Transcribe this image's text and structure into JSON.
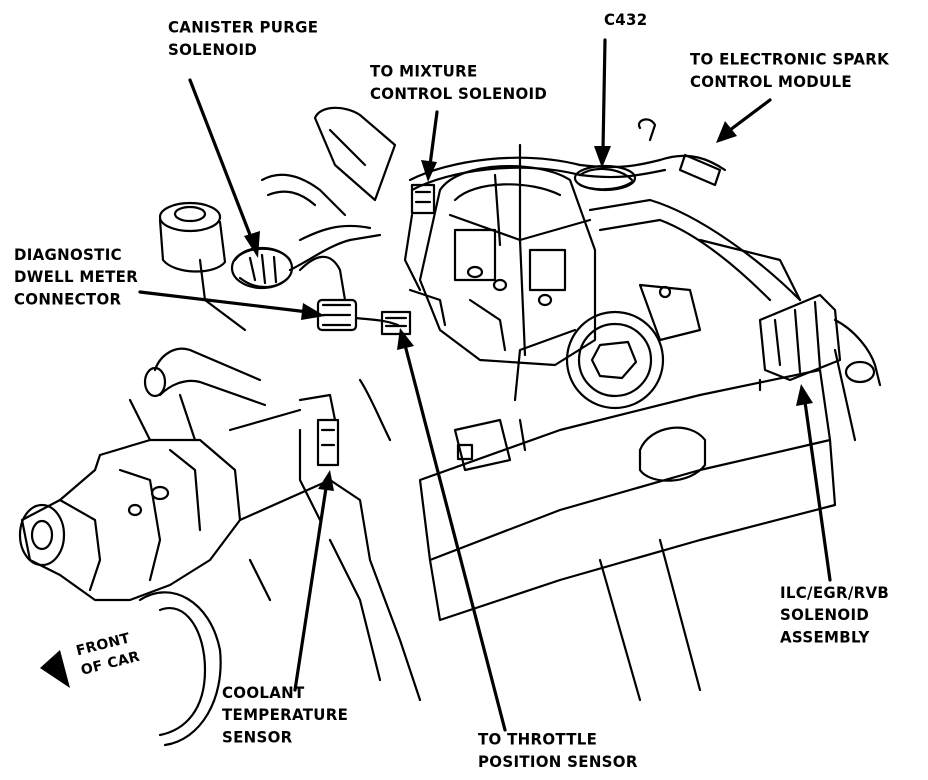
{
  "diagram": {
    "labels": {
      "canister_purge": [
        "CANISTER PURGE",
        "SOLENOID"
      ],
      "mixture_control": [
        "TO MIXTURE",
        "CONTROL SOLENOID"
      ],
      "c432": [
        "C432"
      ],
      "spark_control": [
        "TO ELECTRONIC SPARK",
        "CONTROL MODULE"
      ],
      "dwell_meter": [
        "DIAGNOSTIC",
        "DWELL METER",
        "CONNECTOR"
      ],
      "ilc_egr_rvb": [
        "ILC/EGR/RVB",
        "SOLENOID",
        "ASSEMBLY"
      ],
      "front_of_car": [
        "FRONT",
        "OF CAR"
      ],
      "coolant_sensor": [
        "COOLANT",
        "TEMPERATURE",
        "SENSOR"
      ],
      "throttle_sensor": [
        "TO THROTTLE",
        "POSITION SENSOR"
      ]
    },
    "colors": {
      "ink": "#000000",
      "paper": "#ffffff"
    }
  }
}
